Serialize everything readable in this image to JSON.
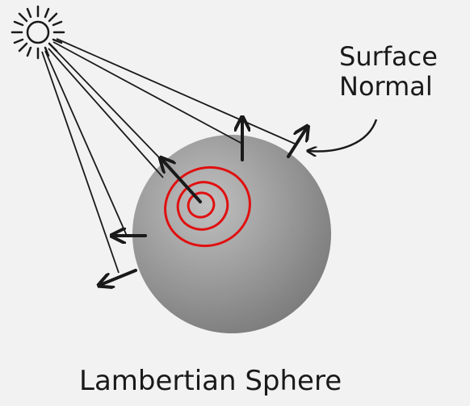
{
  "labels": {
    "surface_normal_line1": "Surface",
    "surface_normal_line2": "Normal",
    "title": "Lambertian Sphere"
  },
  "icons": {
    "light_source": "sun-icon"
  },
  "colors": {
    "background": "#f2f2f2",
    "sphere": "#9a9a9a",
    "lines": "#1a1a1a",
    "highlight_rings": "#e01010"
  }
}
